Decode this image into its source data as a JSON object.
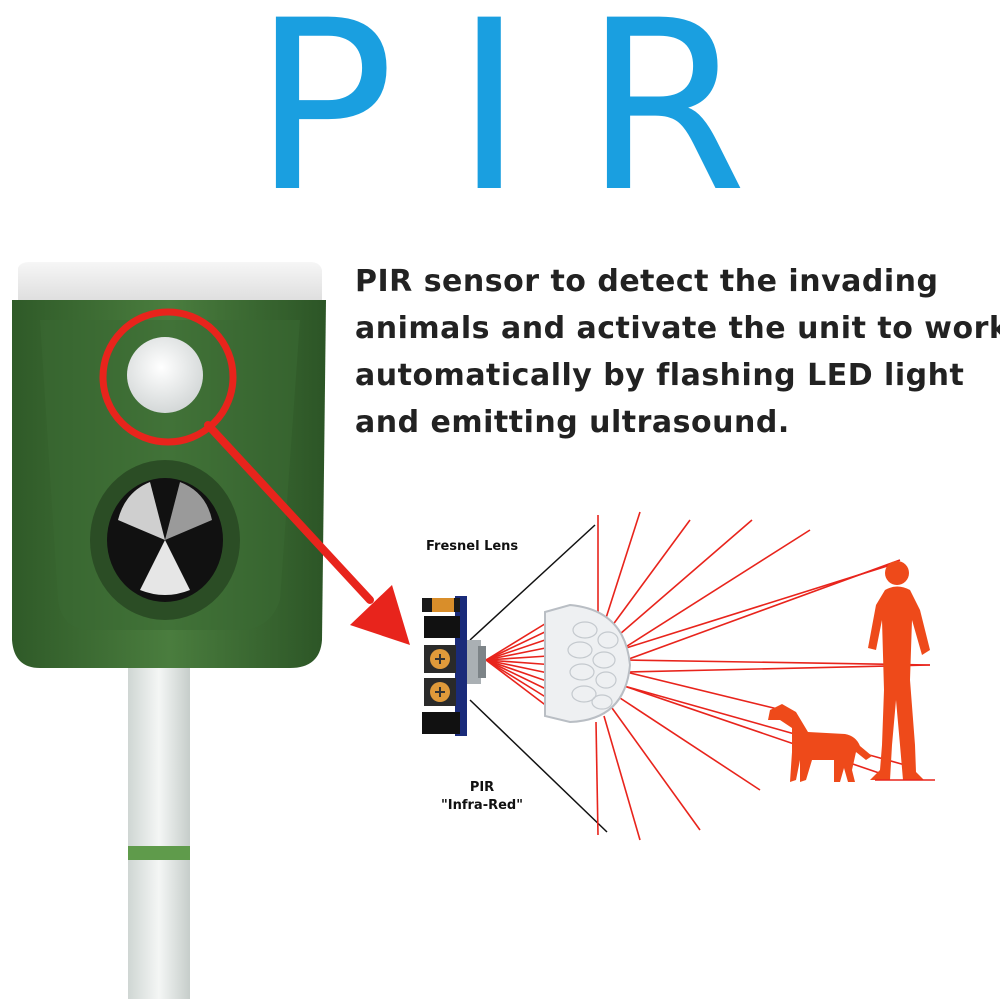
{
  "title": "PIR",
  "description": {
    "lines": [
      "PIR sensor to detect the invading",
      "animals and activate the unit to work",
      "automatically by flashing LED light",
      "and emitting ultrasound."
    ]
  },
  "diagram": {
    "fresnel_label": "Fresnel Lens",
    "pir_label_1": "PIR",
    "pir_label_2": "\"Infra-Red\""
  },
  "colors": {
    "title_blue": "#1a9fe0",
    "device_green": "#3e6e34",
    "ray_red": "#e8241c",
    "silhouette_orange": "#ee4a1a"
  }
}
